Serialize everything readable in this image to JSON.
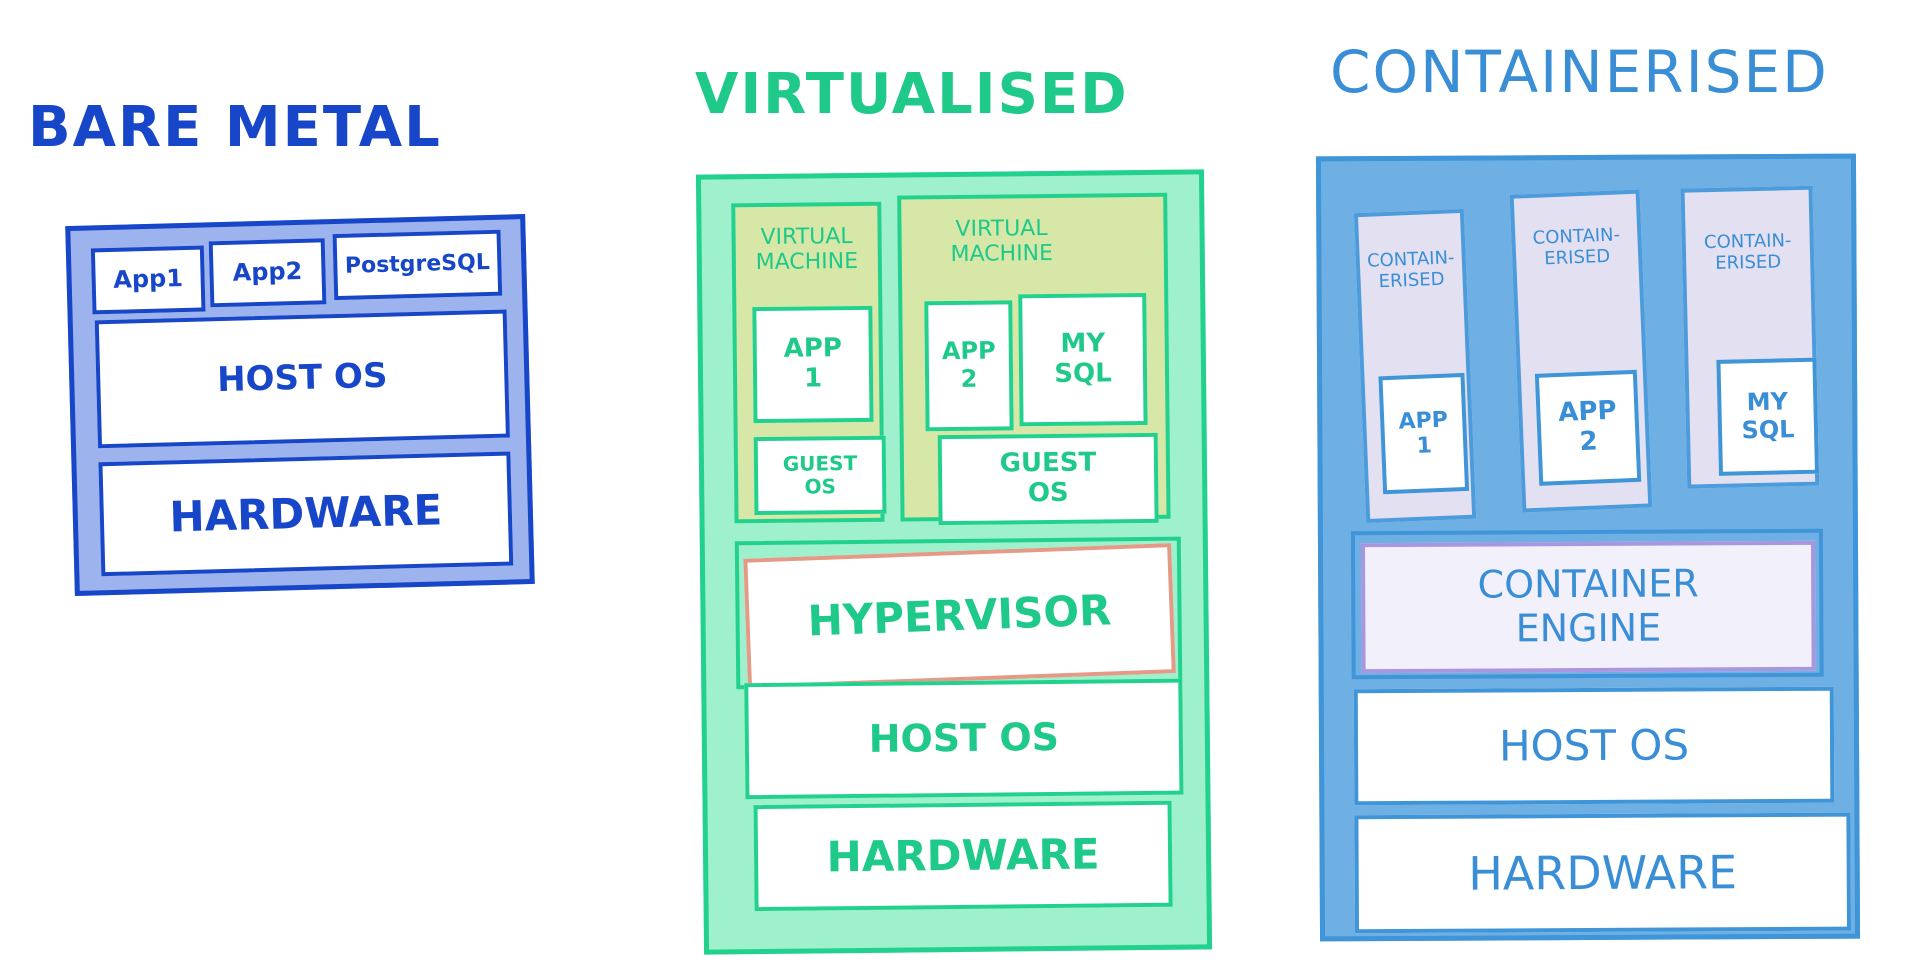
{
  "bare_metal": {
    "title": "BARE METAL",
    "apps": [
      "App1",
      "App2",
      "PostgreSQL"
    ],
    "host_os": "HOST OS",
    "hardware": "HARDWARE"
  },
  "virtualised": {
    "title": "VIRTUALISED",
    "vm1": {
      "label": "VIRTUAL\nMACHINE",
      "app": "APP\n1",
      "guest_os": "GUEST\nOS"
    },
    "vm2": {
      "label": "VIRTUAL\nMACHINE",
      "app": "APP\n2",
      "db": "MY\nSQL",
      "guest_os": "GUEST\nOS"
    },
    "hypervisor": "HYPERVISOR",
    "host_os": "HOST OS",
    "hardware": "HARDWARE"
  },
  "containerised": {
    "title": "CONTAINERISED",
    "containers": [
      {
        "label": "CONTAIN-\nERISED",
        "app": "APP\n1"
      },
      {
        "label": "CONTAIN-\nERISED",
        "app": "APP\n2"
      },
      {
        "label": "CONTAIN-\nERISED",
        "app": "MY\nSQL"
      }
    ],
    "engine": "CONTAINER\nENGINE",
    "host_os": "HOST OS",
    "hardware": "HARDWARE"
  }
}
